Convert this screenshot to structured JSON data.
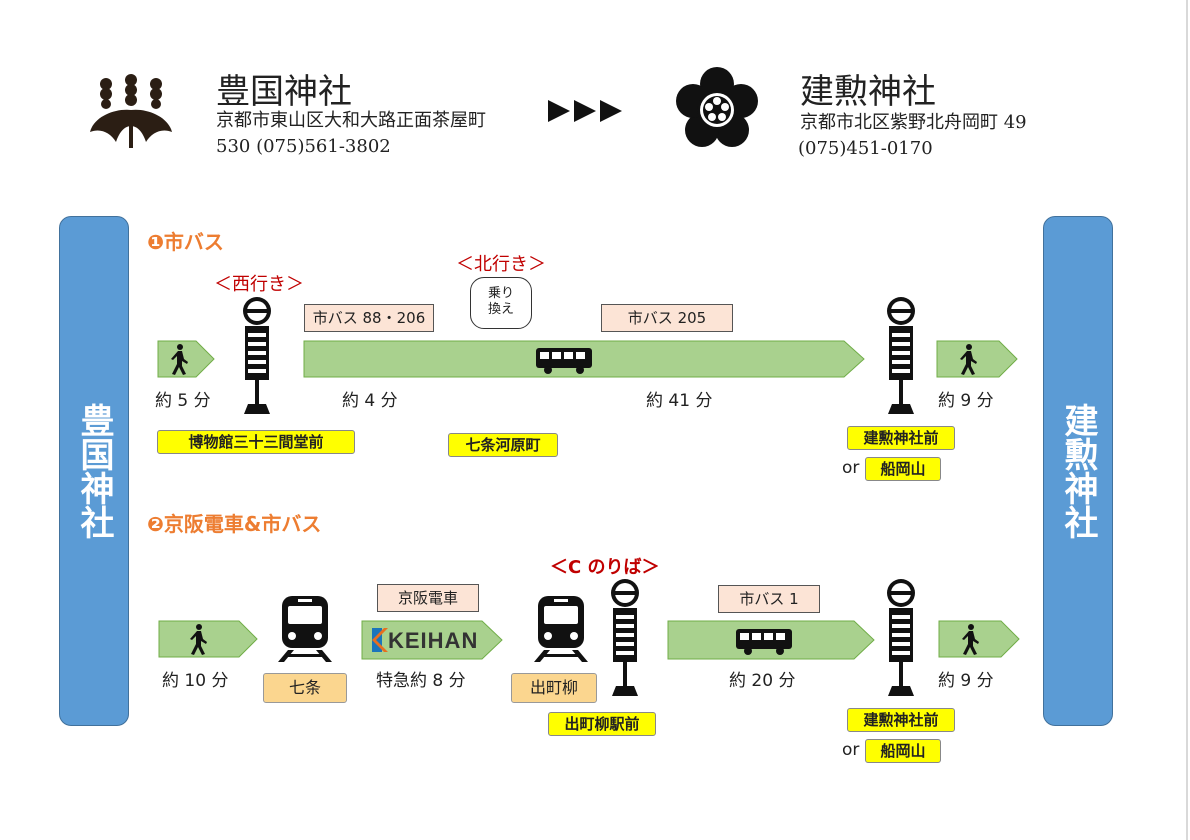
{
  "header": {
    "origin": {
      "name": "豊国神社",
      "address_line1": "京都市東山区大和大路正面茶屋町",
      "address_line2": "530 (075)561-3802",
      "crest_icon": "paulownia-crest-icon"
    },
    "arrow_icon": "triple-arrow-icon",
    "destination": {
      "name": "建勲神社",
      "address_line1": "京都市北区紫野北舟岡町 49",
      "address_line2": "(075)451-0170",
      "crest_icon": "oda-mokko-crest-icon"
    }
  },
  "sidebars": {
    "left": "豊国神社",
    "right": "建勲神社"
  },
  "route1": {
    "title": "❶市バス",
    "direction_west": "＜西行き＞",
    "direction_north": "＜北行き＞",
    "transfer": [
      "乗り",
      "換え"
    ],
    "bus_a": "市バス 88・206",
    "bus_b": "市バス 205",
    "walk_start": "約 5 分",
    "ride_a": "約 4 分",
    "ride_b": "約 41 分",
    "walk_end": "約 9 分",
    "stop_start": "博物館三十三間堂前",
    "stop_transfer": "七条河原町",
    "stop_end": "建勲神社前",
    "or": "or",
    "stop_end_alt": "船岡山"
  },
  "route2": {
    "title": "❷京阪電車&市バス",
    "direction_c": "＜C のりば＞",
    "train_label": "京阪電車",
    "keihan_logo": "KEIHAN",
    "bus_label": "市バス 1",
    "walk_start": "約 10 分",
    "train_time": "特急約 8 分",
    "bus_time": "約 20 分",
    "walk_end": "約 9 分",
    "station_start": "七条",
    "station_end": "出町柳",
    "stop_start": "出町柳駅前",
    "stop_end": "建勲神社前",
    "or": "or",
    "stop_end_alt": "船岡山"
  },
  "colors": {
    "sidebar": "#5b9bd5",
    "arrow_fill": "#a9d18e",
    "route_title": "#ed7d31",
    "direction": "#c00000",
    "stop_tag": "#ffff00",
    "station_tag": "#fbd68f",
    "vehicle_tag": "#fce4d6"
  }
}
